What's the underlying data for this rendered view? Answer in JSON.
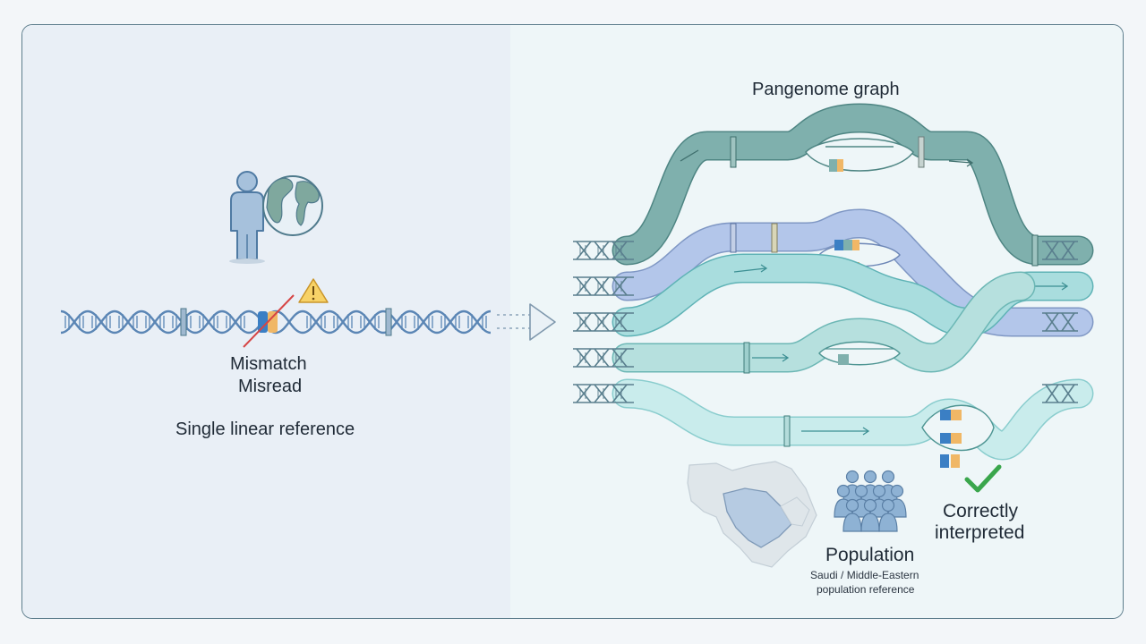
{
  "left_panel": {
    "mismatch_label": "Mismatch",
    "misread_label": "Misread",
    "reference_label": "Single linear reference"
  },
  "right_panel": {
    "title": "Pangenome graph",
    "correct_line1": "Correctly",
    "correct_line2": "interpreted",
    "population_label": "Population",
    "population_sub1": "Saudi / Middle-Eastern",
    "population_sub2": "population reference"
  },
  "colors": {
    "teal_track": "#7fb0ad",
    "blue_track": "#b3c6ea",
    "aqua_track": "#a9ddde",
    "light_track": "#c9ecec",
    "dna_blue": "#5b86b5",
    "variant_blue": "#3b7fc4",
    "variant_orange": "#f0b766",
    "warning_yellow": "#f7d267",
    "check_green": "#3aa64c"
  },
  "icons": [
    "person-icon",
    "globe-icon",
    "warning-icon",
    "arrow-right-icon",
    "map-icon",
    "population-icon",
    "checkmark-icon"
  ]
}
